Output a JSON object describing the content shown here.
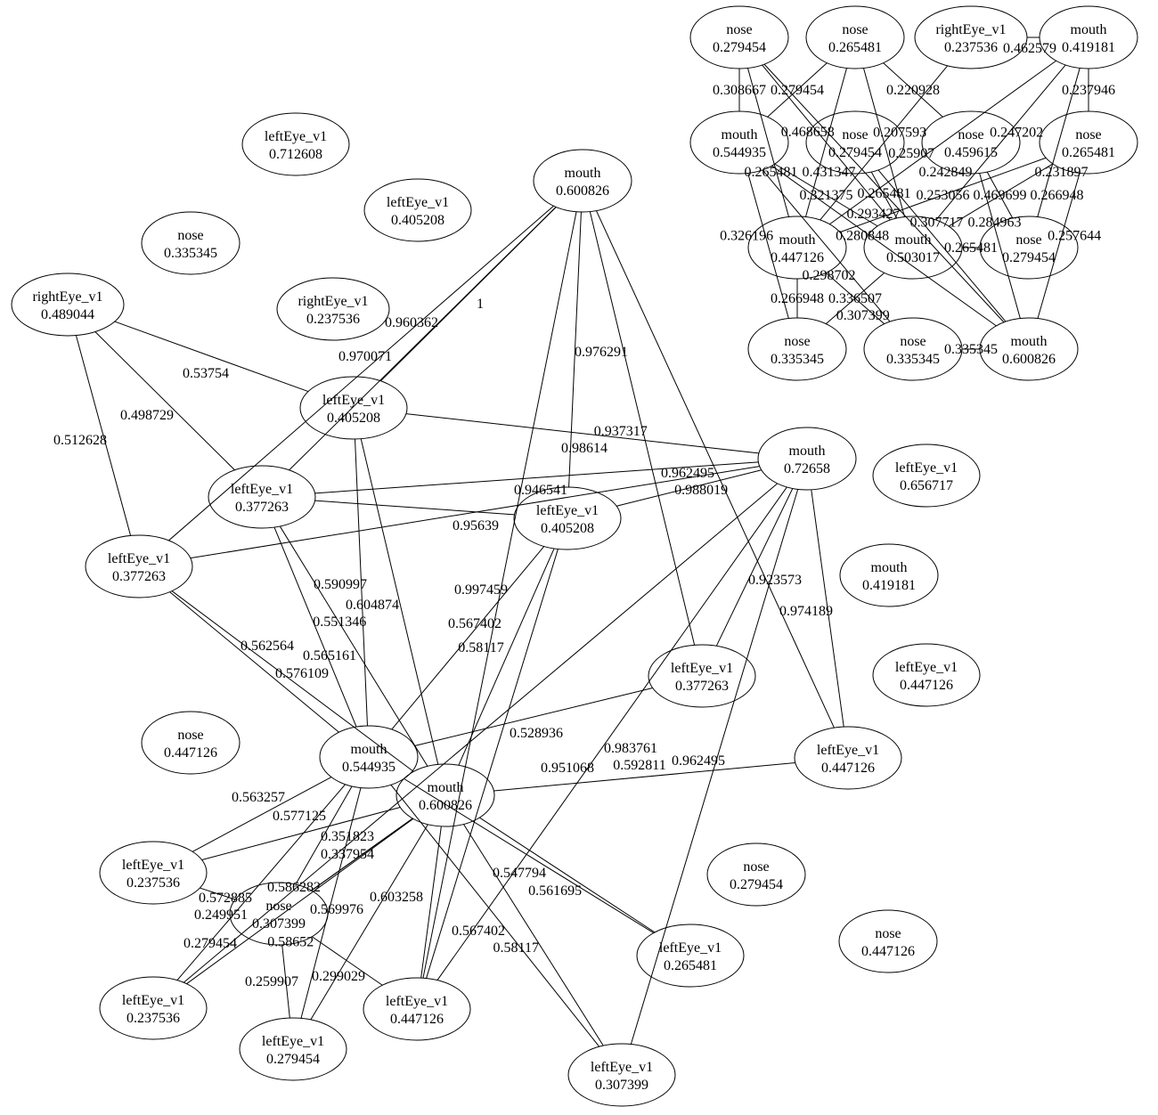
{
  "graph": {
    "nodes": [
      {
        "label": "leftEye_v1",
        "value": "0.712608"
      },
      {
        "label": "leftEye_v1",
        "value": "0.405208"
      },
      {
        "label": "nose",
        "value": "0.335345"
      },
      {
        "label": "rightEye_v1",
        "value": "0.489044"
      },
      {
        "label": "rightEye_v1",
        "value": "0.237536"
      },
      {
        "label": "mouth",
        "value": "0.600826"
      },
      {
        "label": "leftEye_v1",
        "value": "0.405208"
      },
      {
        "label": "mouth",
        "value": "0.72658"
      },
      {
        "label": "leftEye_v1",
        "value": "0.656717"
      },
      {
        "label": "leftEye_v1",
        "value": "0.377263"
      },
      {
        "label": "leftEye_v1",
        "value": "0.405208"
      },
      {
        "label": "leftEye_v1",
        "value": "0.377263"
      },
      {
        "label": "mouth",
        "value": "0.419181"
      },
      {
        "label": "leftEye_v1",
        "value": "0.377263"
      },
      {
        "label": "leftEye_v1",
        "value": "0.447126"
      },
      {
        "label": "nose",
        "value": "0.447126"
      },
      {
        "label": "mouth",
        "value": "0.544935"
      },
      {
        "label": "leftEye_v1",
        "value": "0.447126"
      },
      {
        "label": "mouth",
        "value": "0.600826"
      },
      {
        "label": "leftEye_v1",
        "value": "0.237536"
      },
      {
        "label": "nose",
        "value": "0.279454"
      },
      {
        "label": "nose",
        "value": "0.307399"
      },
      {
        "label": "nose",
        "value": "0.447126"
      },
      {
        "label": "leftEye_v1",
        "value": "0.265481"
      },
      {
        "label": "leftEye_v1",
        "value": "0.237536"
      },
      {
        "label": "leftEye_v1",
        "value": "0.447126"
      },
      {
        "label": "leftEye_v1",
        "value": "0.279454"
      },
      {
        "label": "leftEye_v1",
        "value": "0.307399"
      },
      {
        "label": "rightEye_v1",
        "value": "0.237536"
      },
      {
        "label": "nose",
        "value": "0.265481"
      },
      {
        "label": "mouth",
        "value": "0.419181"
      },
      {
        "label": "nose",
        "value": "0.279454"
      },
      {
        "label": "nose",
        "value": "0.279454"
      },
      {
        "label": "nose",
        "value": "0.459615"
      },
      {
        "label": "nose",
        "value": "0.279454"
      },
      {
        "label": "nose",
        "value": "0.265481"
      },
      {
        "label": "mouth",
        "value": "0.544935"
      },
      {
        "label": "mouth",
        "value": "0.447126"
      },
      {
        "label": "mouth",
        "value": "0.503017"
      },
      {
        "label": "mouth",
        "value": "0.600826"
      },
      {
        "label": "nose",
        "value": "0.335345"
      },
      {
        "label": "nose",
        "value": "0.335345"
      }
    ],
    "edges": [
      {
        "from": 3,
        "to": 6,
        "weight": "0.53754"
      },
      {
        "from": 3,
        "to": 9,
        "weight": "0.498729"
      },
      {
        "from": 3,
        "to": 11,
        "weight": "0.512628"
      },
      {
        "from": 5,
        "to": 6,
        "weight": "1"
      },
      {
        "from": 5,
        "to": 9,
        "weight": "0.960362"
      },
      {
        "from": 5,
        "to": 11,
        "weight": "0.970071"
      },
      {
        "from": 5,
        "to": 10,
        "weight": "0.976291"
      },
      {
        "from": 5,
        "to": 25,
        "weight": "0.98614"
      },
      {
        "from": 5,
        "to": 13,
        "weight": ""
      },
      {
        "from": 5,
        "to": 17,
        "weight": ""
      },
      {
        "from": 6,
        "to": 7,
        "weight": "0.937317"
      },
      {
        "from": 9,
        "to": 7,
        "weight": "0.962495"
      },
      {
        "from": 10,
        "to": 7,
        "weight": "0.988019"
      },
      {
        "from": 11,
        "to": 7,
        "weight": "0.95639"
      },
      {
        "from": 9,
        "to": 10,
        "weight": "0.946541"
      },
      {
        "from": 6,
        "to": 16,
        "weight": "0.604874"
      },
      {
        "from": 6,
        "to": 18,
        "weight": "0.551346"
      },
      {
        "from": 9,
        "to": 16,
        "weight": "0.590997"
      },
      {
        "from": 9,
        "to": 18,
        "weight": "0.565161"
      },
      {
        "from": 11,
        "to": 16,
        "weight": "0.562564"
      },
      {
        "from": 11,
        "to": 18,
        "weight": "0.576109"
      },
      {
        "from": 10,
        "to": 16,
        "weight": "0.567402"
      },
      {
        "from": 10,
        "to": 25,
        "weight": "0.997459"
      },
      {
        "from": 10,
        "to": 18,
        "weight": "0.58117"
      },
      {
        "from": 7,
        "to": 13,
        "weight": "0.923573"
      },
      {
        "from": 7,
        "to": 17,
        "weight": "0.974189"
      },
      {
        "from": 7,
        "to": 24,
        "weight": "0.951068"
      },
      {
        "from": 7,
        "to": 25,
        "weight": "0.983761"
      },
      {
        "from": 7,
        "to": 27,
        "weight": "0.592811"
      },
      {
        "from": 13,
        "to": 16,
        "weight": "0.528936"
      },
      {
        "from": 18,
        "to": 17,
        "weight": "0.962495"
      },
      {
        "from": 16,
        "to": 19,
        "weight": "0.563257"
      },
      {
        "from": 18,
        "to": 19,
        "weight": "0.577125"
      },
      {
        "from": 16,
        "to": 21,
        "weight": "0.351823"
      },
      {
        "from": 16,
        "to": 26,
        "weight": "0.337954"
      },
      {
        "from": 18,
        "to": 24,
        "weight": "0.572885"
      },
      {
        "from": 18,
        "to": 21,
        "weight": "0.586282"
      },
      {
        "from": 18,
        "to": 25,
        "weight": "0.603258"
      },
      {
        "from": 18,
        "to": 26,
        "weight": "0.569976"
      },
      {
        "from": 18,
        "to": 23,
        "weight": "0.547794"
      },
      {
        "from": 16,
        "to": 23,
        "weight": "0.561695"
      },
      {
        "from": 18,
        "to": 27,
        "weight": "0.567402"
      },
      {
        "from": 16,
        "to": 27,
        "weight": "0.58117"
      },
      {
        "from": 19,
        "to": 21,
        "weight": "0.249951"
      },
      {
        "from": 16,
        "to": 24,
        "weight": "0.279454"
      },
      {
        "from": 21,
        "to": 26,
        "weight": "0.259907"
      },
      {
        "from": 21,
        "to": 25,
        "weight": "0.299029"
      },
      {
        "from": 21,
        "to": 18,
        "weight": "0.58652"
      },
      {
        "from": 28,
        "to": 30,
        "weight": "0.462579"
      },
      {
        "from": 29,
        "to": 33,
        "weight": "0.220928"
      },
      {
        "from": 29,
        "to": 38,
        "weight": "0.207593"
      },
      {
        "from": 28,
        "to": 37,
        "weight": "0.25907"
      },
      {
        "from": 30,
        "to": 37,
        "weight": "0.242849"
      },
      {
        "from": 31,
        "to": 38,
        "weight": "0.468658"
      },
      {
        "from": 32,
        "to": 39,
        "weight": "0.307717"
      },
      {
        "from": 29,
        "to": 37,
        "weight": "0.431347"
      },
      {
        "from": 30,
        "to": 38,
        "weight": "0.247202"
      },
      {
        "from": 30,
        "to": 34,
        "weight": "0.231897"
      },
      {
        "from": 30,
        "to": 35,
        "weight": "0.237946"
      },
      {
        "from": 31,
        "to": 36,
        "weight": "0.308667"
      },
      {
        "from": 31,
        "to": 39,
        "weight": "0.265481"
      },
      {
        "from": 33,
        "to": 34,
        "weight": "0.469699"
      },
      {
        "from": 31,
        "to": 37,
        "weight": "0.265481"
      },
      {
        "from": 36,
        "to": 39,
        "weight": "0.280848"
      },
      {
        "from": 36,
        "to": 29,
        "weight": "0.279454"
      },
      {
        "from": 32,
        "to": 38,
        "weight": "0.293427"
      },
      {
        "from": 36,
        "to": 38,
        "weight": "0.321375"
      },
      {
        "from": 34,
        "to": 38,
        "weight": "0.265481"
      },
      {
        "from": 35,
        "to": 37,
        "weight": "0.253056"
      },
      {
        "from": 33,
        "to": 39,
        "weight": "0.284963"
      },
      {
        "from": 35,
        "to": 38,
        "weight": "0.266948"
      },
      {
        "from": 35,
        "to": 39,
        "weight": "0.257644"
      },
      {
        "from": 36,
        "to": 40,
        "weight": "0.326196"
      },
      {
        "from": 37,
        "to": 41,
        "weight": "0.336507"
      },
      {
        "from": 36,
        "to": 41,
        "weight": "0.298702"
      },
      {
        "from": 37,
        "to": 40,
        "weight": "0.266948"
      },
      {
        "from": 38,
        "to": 40,
        "weight": "0.307399"
      },
      {
        "from": 39,
        "to": 41,
        "weight": "0.335345"
      }
    ]
  }
}
